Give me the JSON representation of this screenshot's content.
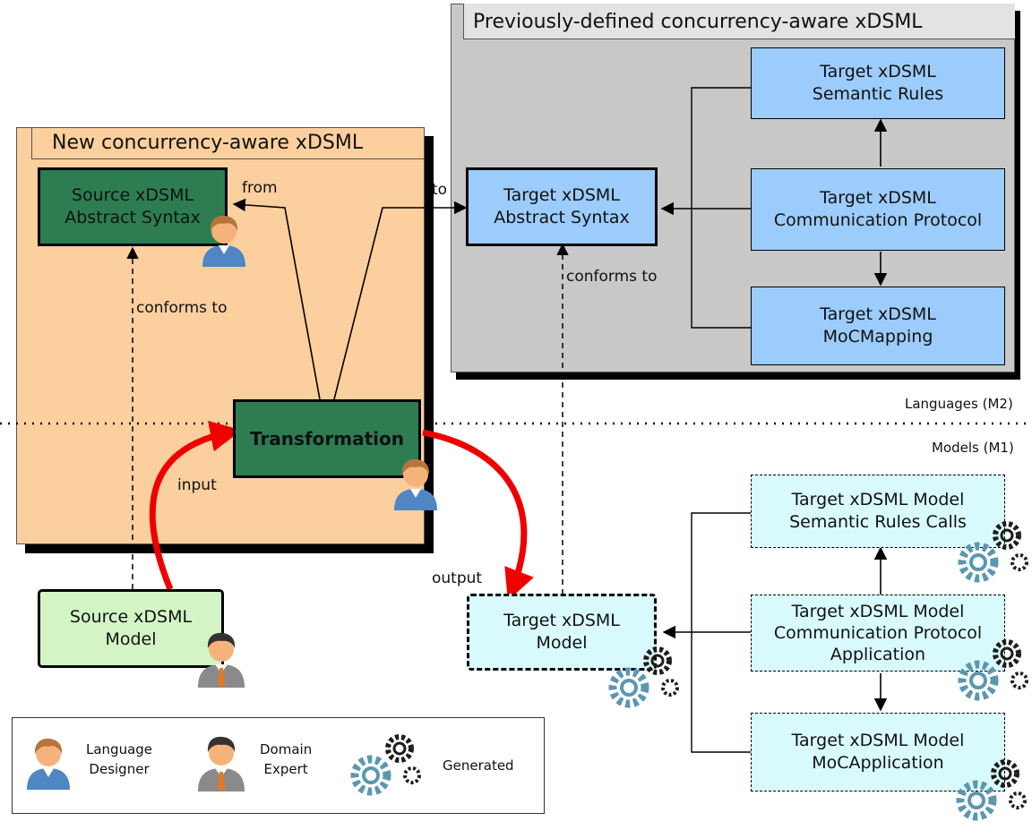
{
  "panels": {
    "new_xdsml_title": "New concurrency-aware xDSML",
    "prev_xdsml_title": "Previously-defined concurrency-aware xDSML"
  },
  "levels": {
    "languages": "Languages (M2)",
    "models": "Models (M1)"
  },
  "boxes": {
    "source_as": [
      "Source xDSML",
      "Abstract Syntax"
    ],
    "transformation": "Transformation",
    "source_model": [
      "Source xDSML",
      "Model"
    ],
    "target_as": [
      "Target xDSML",
      "Abstract Syntax"
    ],
    "target_semantic_rules": [
      "Target xDSML",
      "Semantic Rules"
    ],
    "target_comm_protocol": [
      "Target xDSML",
      "Communication Protocol"
    ],
    "target_moc_mapping": [
      "Target xDSML",
      "MoCMapping"
    ],
    "target_model": [
      "Target xDSML",
      "Model"
    ],
    "target_model_src_calls": [
      "Target xDSML Model",
      "Semantic Rules Calls"
    ],
    "target_model_comm_app": [
      "Target xDSML Model",
      "Communication Protocol",
      "Application"
    ],
    "target_model_moc_app": [
      "Target xDSML Model",
      "MoCApplication"
    ]
  },
  "edge_labels": {
    "from": "from",
    "to": "to",
    "conforms_to_source": "conforms to",
    "conforms_to_target": "conforms to",
    "input": "input",
    "output": "output"
  },
  "legend": {
    "language_designer": [
      "Language",
      "Designer"
    ],
    "domain_expert": [
      "Domain",
      "Expert"
    ],
    "generated": "Generated"
  },
  "colors": {
    "peach_panel": "#fccf9e",
    "grey_panel": "#c8c8c8",
    "dark_green": "#2e7d52",
    "light_green": "#d3f5c6",
    "light_blue": "#9cccfb",
    "cyan_light": "#d8fafd",
    "red_arrow": "#ee0000",
    "gear_dark": "#1c1c1c",
    "gear_blue": "#5b97b1"
  },
  "icons": [
    "language-designer-icon",
    "domain-expert-icon",
    "generated-gears-icon"
  ]
}
